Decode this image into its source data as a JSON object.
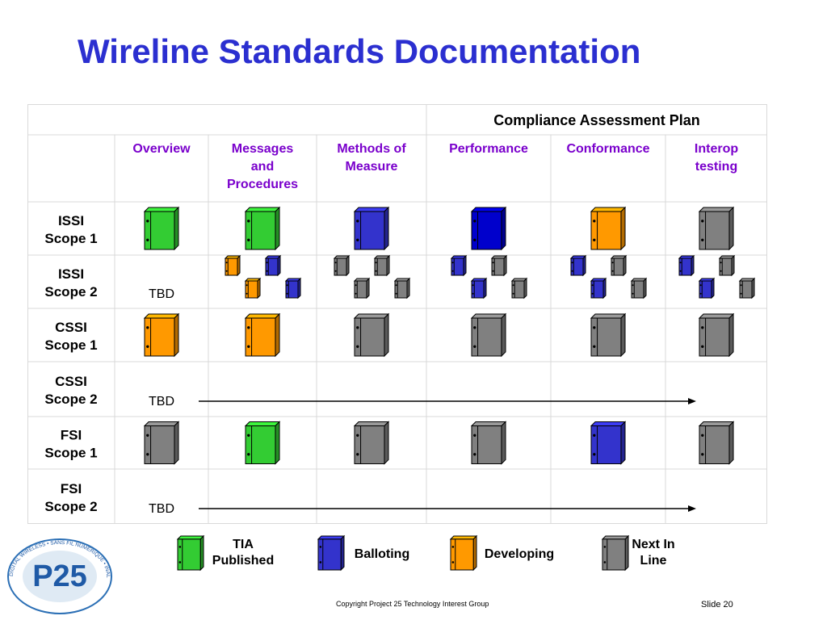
{
  "title": "Wireline Standards Documentation",
  "table": {
    "group_header": "Compliance Assessment Plan",
    "columns": [
      "Overview",
      "Messages and Procedures",
      "Methods of Measure",
      "Performance",
      "Conformance",
      "Interop testing"
    ],
    "rows": [
      {
        "label": "ISSI Scope 1",
        "cells": [
          "green",
          "green",
          "blue",
          "darkblue",
          "orange",
          "gray"
        ]
      },
      {
        "label": "ISSI Scope 2",
        "tbd": "TBD",
        "cells": [
          "",
          "multi-orange-blue",
          "multi-gray",
          "multi-gray-blue",
          "multi-gray-blue",
          "multi-gray-blue"
        ]
      },
      {
        "label": "CSSI Scope 1",
        "cells": [
          "orange",
          "orange",
          "gray",
          "gray",
          "gray",
          "gray"
        ]
      },
      {
        "label": "CSSI Scope 2",
        "tbd": "TBD",
        "arrow": true,
        "cells": []
      },
      {
        "label": "FSI Scope 1",
        "cells": [
          "gray",
          "green",
          "gray",
          "gray",
          "blue",
          "gray"
        ]
      },
      {
        "label": "FSI Scope 2",
        "tbd": "TBD",
        "arrow": true,
        "cells": []
      }
    ]
  },
  "legend": [
    {
      "color": "green",
      "label": "TIA Published"
    },
    {
      "color": "blue",
      "label": "Balloting"
    },
    {
      "color": "orange",
      "label": "Developing"
    },
    {
      "color": "gray",
      "label": "Next In Line"
    }
  ],
  "colors": {
    "green": "#33cc33",
    "blue": "#3333cc",
    "darkblue": "#0000cc",
    "orange": "#ff9900",
    "gray": "#808080",
    "column_text": "#7a00cc",
    "title": "#2b2fd0"
  },
  "logo_text": "DIGITAL WIRELESS • SANS FIL NUMÉRIQUE • INALÁMBRICO DIGITAL • P25",
  "footer": {
    "copyright": "Copyright Project 25 Technology Interest Group",
    "slide": "Slide 20"
  }
}
